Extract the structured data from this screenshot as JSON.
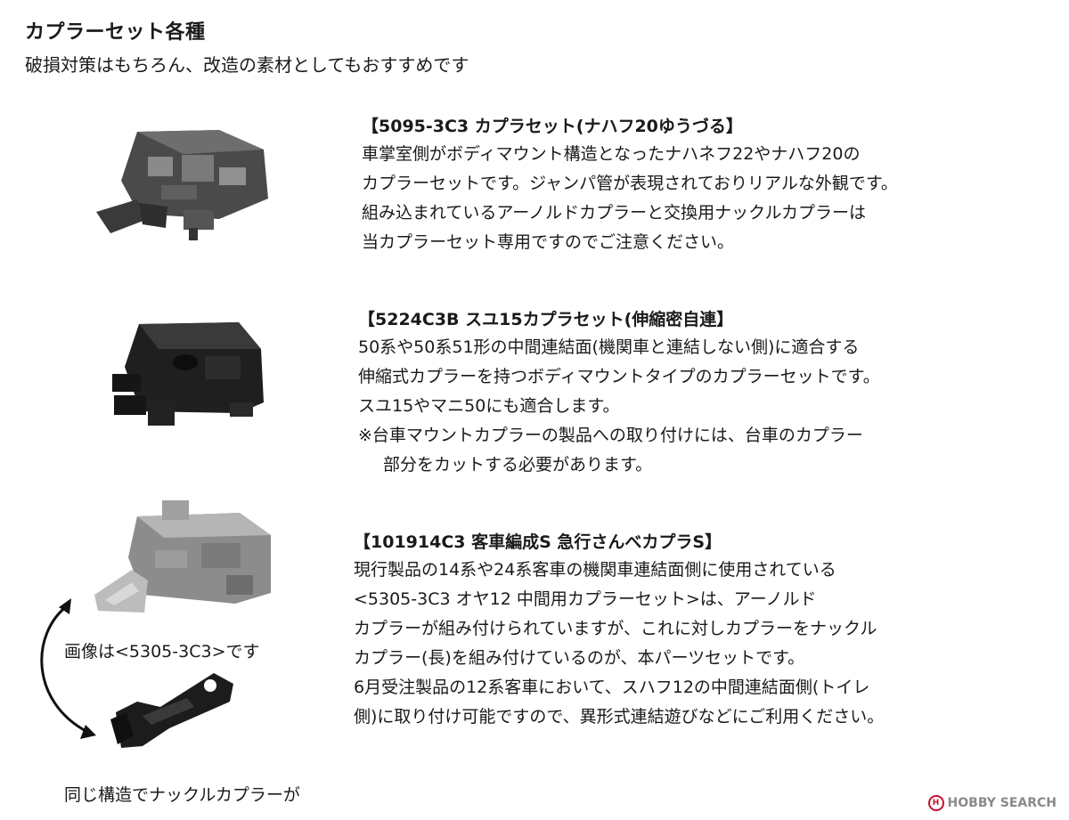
{
  "header": {
    "title": "カプラーセット各種",
    "subtitle": "破損対策はもちろん、改造の素材としてもおすすめです"
  },
  "products": [
    {
      "heading": "【5095-3C3  カプラセット(ナハフ20ゆうづる】",
      "lines": [
        "車掌室側がボディマウント構造となったナハネフ22やナハフ20の",
        "カプラーセットです。ジャンパ管が表現されておりリアルな外観です。",
        "組み込まれているアーノルドカプラーと交換用ナックルカプラーは",
        "当カプラーセット専用ですのでご注意ください。"
      ]
    },
    {
      "heading": "【5224C3B  スユ15カプラセット(伸縮密自連】",
      "lines": [
        "50系や50系51形の中間連結面(機関車と連結しない側)に適合する",
        "伸縮式カプラーを持つボディマウントタイプのカプラーセットです。",
        "スユ15やマニ50にも適合します。",
        "※台車マウントカプラーの製品への取り付けには、台車のカプラー",
        "部分をカットする必要があります。"
      ]
    },
    {
      "heading": "【101914C3  客車編成S 急行さんべカプラS】",
      "lines": [
        "現行製品の14系や24系客車の機関車連結面側に使用されている",
        "<5305-3C3  オヤ12 中間用カプラーセット>は、アーノルド",
        "カプラーが組み付けられていますが、これに対しカプラーをナックル",
        "カプラー(長)を組み付けているのが、本パーツセットです。",
        "6月受注製品の12系客車において、スハフ12の中間連結面側(トイレ",
        "側)に取り付け可能ですので、異形式連結遊びなどにご利用ください。"
      ]
    }
  ],
  "captions": {
    "image_note": "画像は<5305-3C3>です",
    "knuckle_note": "同じ構造でナックルカプラーが"
  },
  "watermark": {
    "mark": "H",
    "text": "HOBBY SEARCH"
  }
}
